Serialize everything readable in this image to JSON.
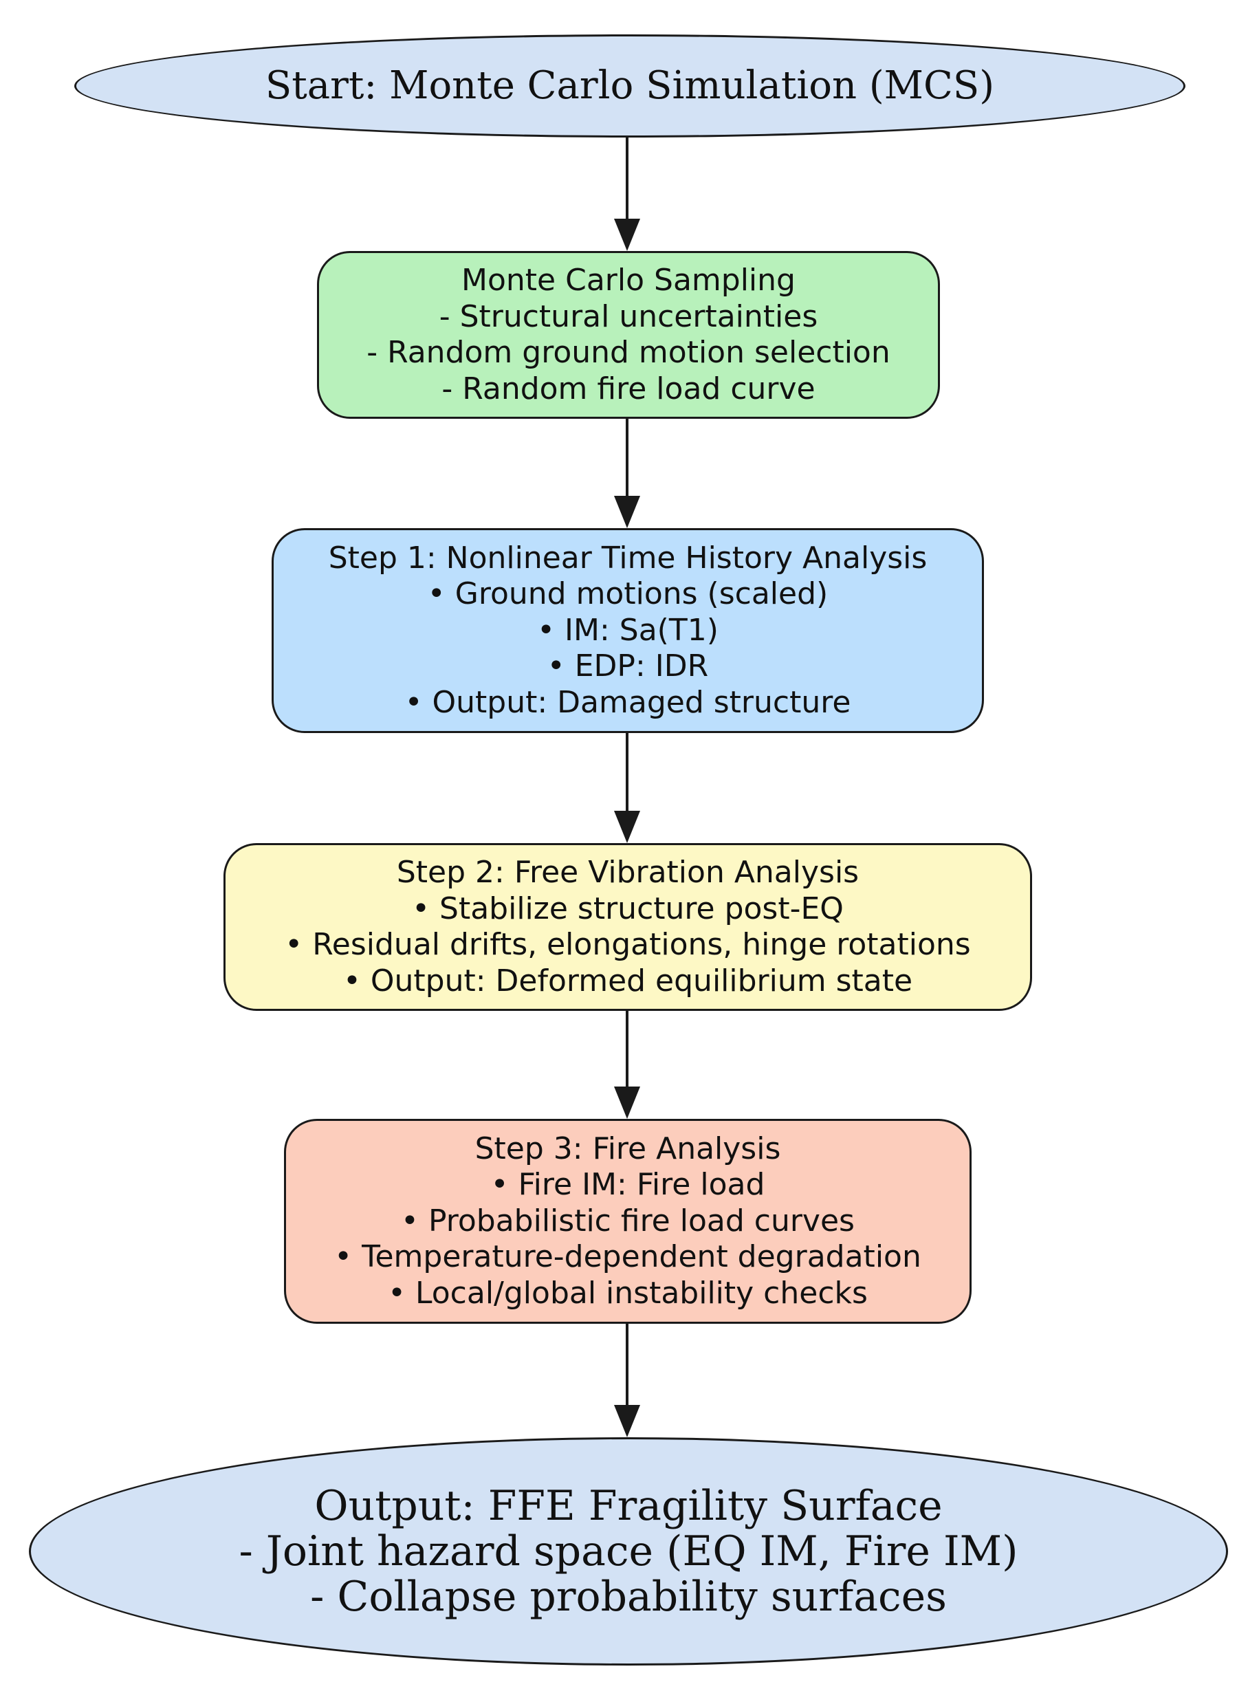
{
  "colors": {
    "ellipse_fill": "#d3e2f5",
    "sampling_fill": "#b8f1bb",
    "step1_fill": "#bcdffd",
    "step2_fill": "#fdf8c5",
    "step3_fill": "#fccdbc",
    "border": "#1a1a1a",
    "arrow": "#1a1a1a"
  },
  "nodes": {
    "start": {
      "shape": "ellipse",
      "lines": [
        "Start: Monte Carlo Simulation (MCS)"
      ]
    },
    "sampling": {
      "shape": "rounded-box",
      "lines": [
        "Monte Carlo Sampling",
        "- Structural uncertainties",
        "- Random ground motion selection",
        "- Random fire load curve"
      ]
    },
    "step1": {
      "shape": "rounded-box",
      "lines": [
        "Step 1: Nonlinear Time History Analysis",
        "• Ground motions (scaled)",
        "• IM: Sa(T1)",
        "• EDP: IDR",
        "• Output: Damaged structure"
      ]
    },
    "step2": {
      "shape": "rounded-box",
      "lines": [
        "Step 2: Free Vibration Analysis",
        "• Stabilize structure post-EQ",
        "• Residual drifts, elongations, hinge rotations",
        "• Output: Deformed equilibrium state"
      ]
    },
    "step3": {
      "shape": "rounded-box",
      "lines": [
        "Step 3: Fire Analysis",
        "• Fire IM: Fire load",
        "• Probabilistic fire load curves",
        "• Temperature-dependent degradation",
        "• Local/global instability checks"
      ]
    },
    "output": {
      "shape": "ellipse",
      "lines": [
        "Output: FFE Fragility Surface",
        "- Joint hazard space (EQ IM, Fire IM)",
        "- Collapse probability surfaces"
      ]
    }
  },
  "edges": [
    {
      "from": "start",
      "to": "sampling"
    },
    {
      "from": "sampling",
      "to": "step1"
    },
    {
      "from": "step1",
      "to": "step2"
    },
    {
      "from": "step2",
      "to": "step3"
    },
    {
      "from": "step3",
      "to": "output"
    }
  ]
}
